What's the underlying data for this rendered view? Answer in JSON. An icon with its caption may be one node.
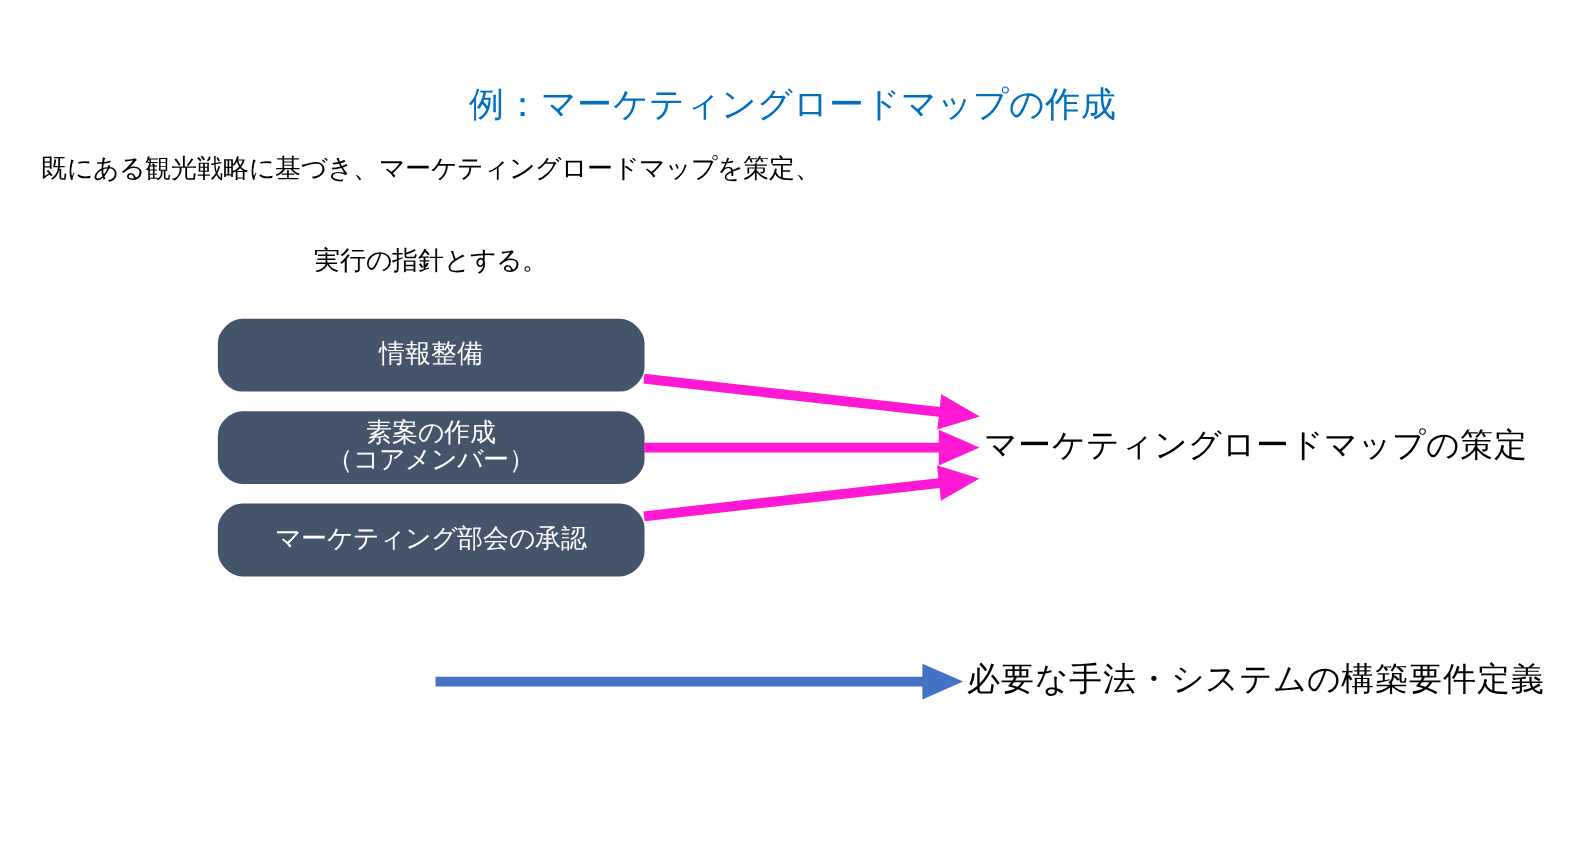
{
  "diagram": {
    "title": "例：マーケティングロードマップの作成",
    "nodes": [
      {
        "text": [
          "情報整備"
        ]
      },
      {
        "text": [
          "素案の作成",
          "（コアメンバー）"
        ]
      },
      {
        "text": [
          "マーケティング部会の承認"
        ]
      },
      {
        "text": [
          "マーケティングロードマップの策定"
        ]
      },
      {
        "text": [
          "必要な手法・システムの構築要件定義"
        ]
      }
    ],
    "edges": [
      {
        "from": 0,
        "to": 3,
        "arrow": "to",
        "color": "#ff19d4"
      },
      {
        "from": 1,
        "to": 3,
        "arrow": "to",
        "color": "#ff19d4"
      },
      {
        "from": 2,
        "to": 3,
        "arrow": "to",
        "color": "#ff19d4"
      },
      {
        "from": null,
        "to": 4,
        "arrow": "to",
        "color": "#4472c4"
      }
    ],
    "labels": [
      "既にある観光戦略に基づき、マーケティングロードマップを策定、",
      "実行の指針とする。"
    ]
  }
}
